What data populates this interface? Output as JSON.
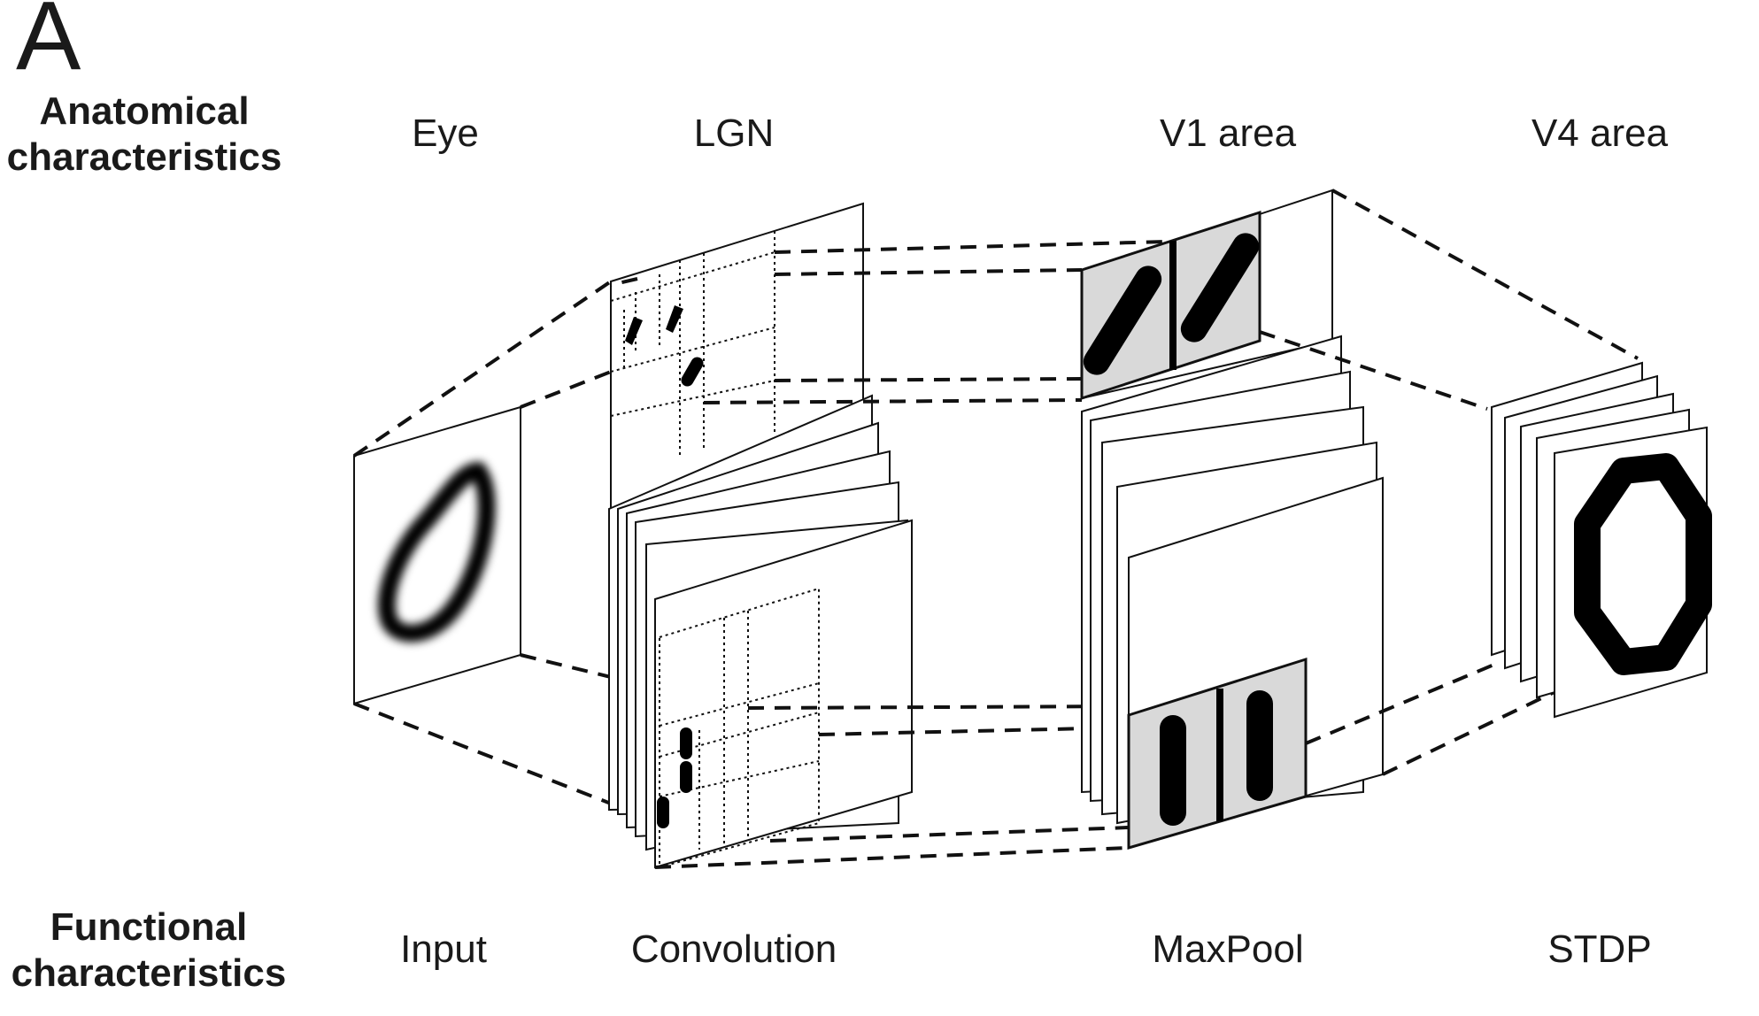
{
  "panel_label": "A",
  "rows": {
    "anatomical": {
      "label_line1": "Anatomical",
      "label_line2": "characteristics"
    },
    "functional": {
      "label_line1": "Functional",
      "label_line2": "characteristics"
    }
  },
  "stages": [
    {
      "anatomical": "Eye",
      "functional": "Input"
    },
    {
      "anatomical": "LGN",
      "functional": "Convolution"
    },
    {
      "anatomical": "V1 area",
      "functional": "MaxPool"
    },
    {
      "anatomical": "V4 area",
      "functional": "STDP"
    }
  ],
  "colors": {
    "line": "#111111",
    "filter_fill": "#d9d9d9",
    "shape": "#000000"
  }
}
